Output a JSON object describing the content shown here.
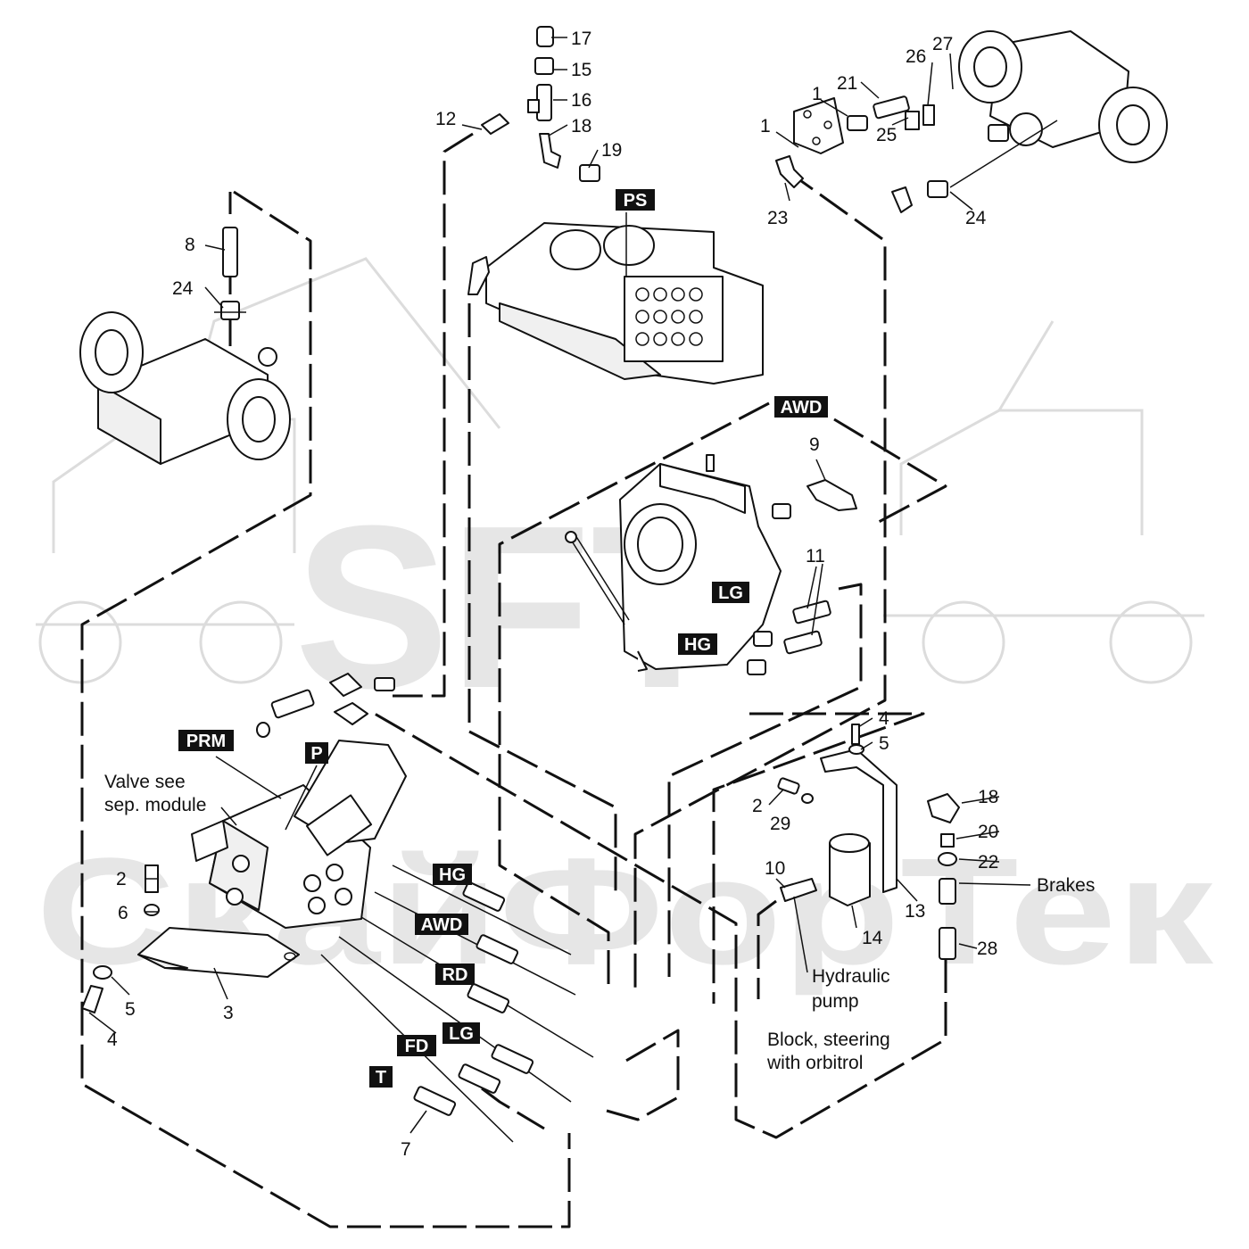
{
  "watermark": {
    "logo": "SFT",
    "text": "СкайФорТек"
  },
  "part_numbers": [
    {
      "id": "p17",
      "label": "17"
    },
    {
      "id": "p15",
      "label": "15"
    },
    {
      "id": "p16",
      "label": "16"
    },
    {
      "id": "p12",
      "label": "12"
    },
    {
      "id": "p18a",
      "label": "18"
    },
    {
      "id": "p19",
      "label": "19"
    },
    {
      "id": "p21",
      "label": "21"
    },
    {
      "id": "p26",
      "label": "26"
    },
    {
      "id": "p27",
      "label": "27"
    },
    {
      "id": "p1a",
      "label": "1"
    },
    {
      "id": "p1b",
      "label": "1"
    },
    {
      "id": "p25",
      "label": "25"
    },
    {
      "id": "p23",
      "label": "23"
    },
    {
      "id": "p24a",
      "label": "24"
    },
    {
      "id": "p8",
      "label": "8"
    },
    {
      "id": "p24b",
      "label": "24"
    },
    {
      "id": "p9",
      "label": "9"
    },
    {
      "id": "p11",
      "label": "11"
    },
    {
      "id": "p4a",
      "label": "4"
    },
    {
      "id": "p5a",
      "label": "5"
    },
    {
      "id": "p2a",
      "label": "2"
    },
    {
      "id": "p29",
      "label": "29"
    },
    {
      "id": "p18b",
      "label": "18"
    },
    {
      "id": "p20",
      "label": "20"
    },
    {
      "id": "p22",
      "label": "22"
    },
    {
      "id": "p10",
      "label": "10"
    },
    {
      "id": "p13",
      "label": "13"
    },
    {
      "id": "p14",
      "label": "14"
    },
    {
      "id": "p28",
      "label": "28"
    },
    {
      "id": "p2b",
      "label": "2"
    },
    {
      "id": "p6",
      "label": "6"
    },
    {
      "id": "p5b",
      "label": "5"
    },
    {
      "id": "p4b",
      "label": "4"
    },
    {
      "id": "p3",
      "label": "3"
    },
    {
      "id": "p7",
      "label": "7"
    }
  ],
  "tags": [
    {
      "id": "ps",
      "label": "PS"
    },
    {
      "id": "awd_top",
      "label": "AWD"
    },
    {
      "id": "lg_top",
      "label": "LG"
    },
    {
      "id": "hg_top",
      "label": "HG"
    },
    {
      "id": "prm",
      "label": "PRM"
    },
    {
      "id": "p",
      "label": "P"
    },
    {
      "id": "hg",
      "label": "HG"
    },
    {
      "id": "awd",
      "label": "AWD"
    },
    {
      "id": "rd",
      "label": "RD"
    },
    {
      "id": "lg",
      "label": "LG"
    },
    {
      "id": "fd",
      "label": "FD"
    },
    {
      "id": "t",
      "label": "T"
    }
  ],
  "notes": {
    "valve_line1": "Valve see",
    "valve_line2": "sep. module",
    "brakes": "Brakes",
    "pump_line1": "Hydraulic",
    "pump_line2": "pump",
    "block_line1": "Block, steering",
    "block_line2": "with orbitrol"
  }
}
